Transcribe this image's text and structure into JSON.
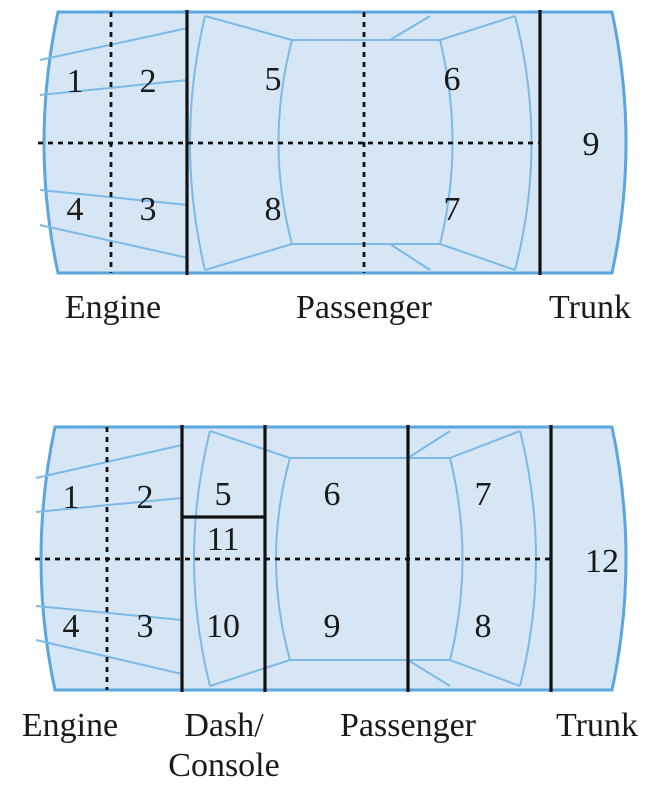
{
  "diagrams": [
    {
      "zones": [
        "1",
        "2",
        "3",
        "4",
        "5",
        "6",
        "7",
        "8",
        "9"
      ],
      "labels": {
        "engine": "Engine",
        "passenger": "Passenger",
        "trunk": "Trunk"
      }
    },
    {
      "zones": [
        "1",
        "2",
        "3",
        "4",
        "5",
        "6",
        "7",
        "8",
        "9",
        "10",
        "11",
        "12"
      ],
      "labels": {
        "engine": "Engine",
        "dash_line1": "Dash/",
        "dash_line2": "Console",
        "passenger": "Passenger",
        "trunk": "Trunk"
      }
    }
  ],
  "colors": {
    "car_fill": "#d6e6f5",
    "car_outline": "#5aa7de",
    "divider": "#111111"
  }
}
